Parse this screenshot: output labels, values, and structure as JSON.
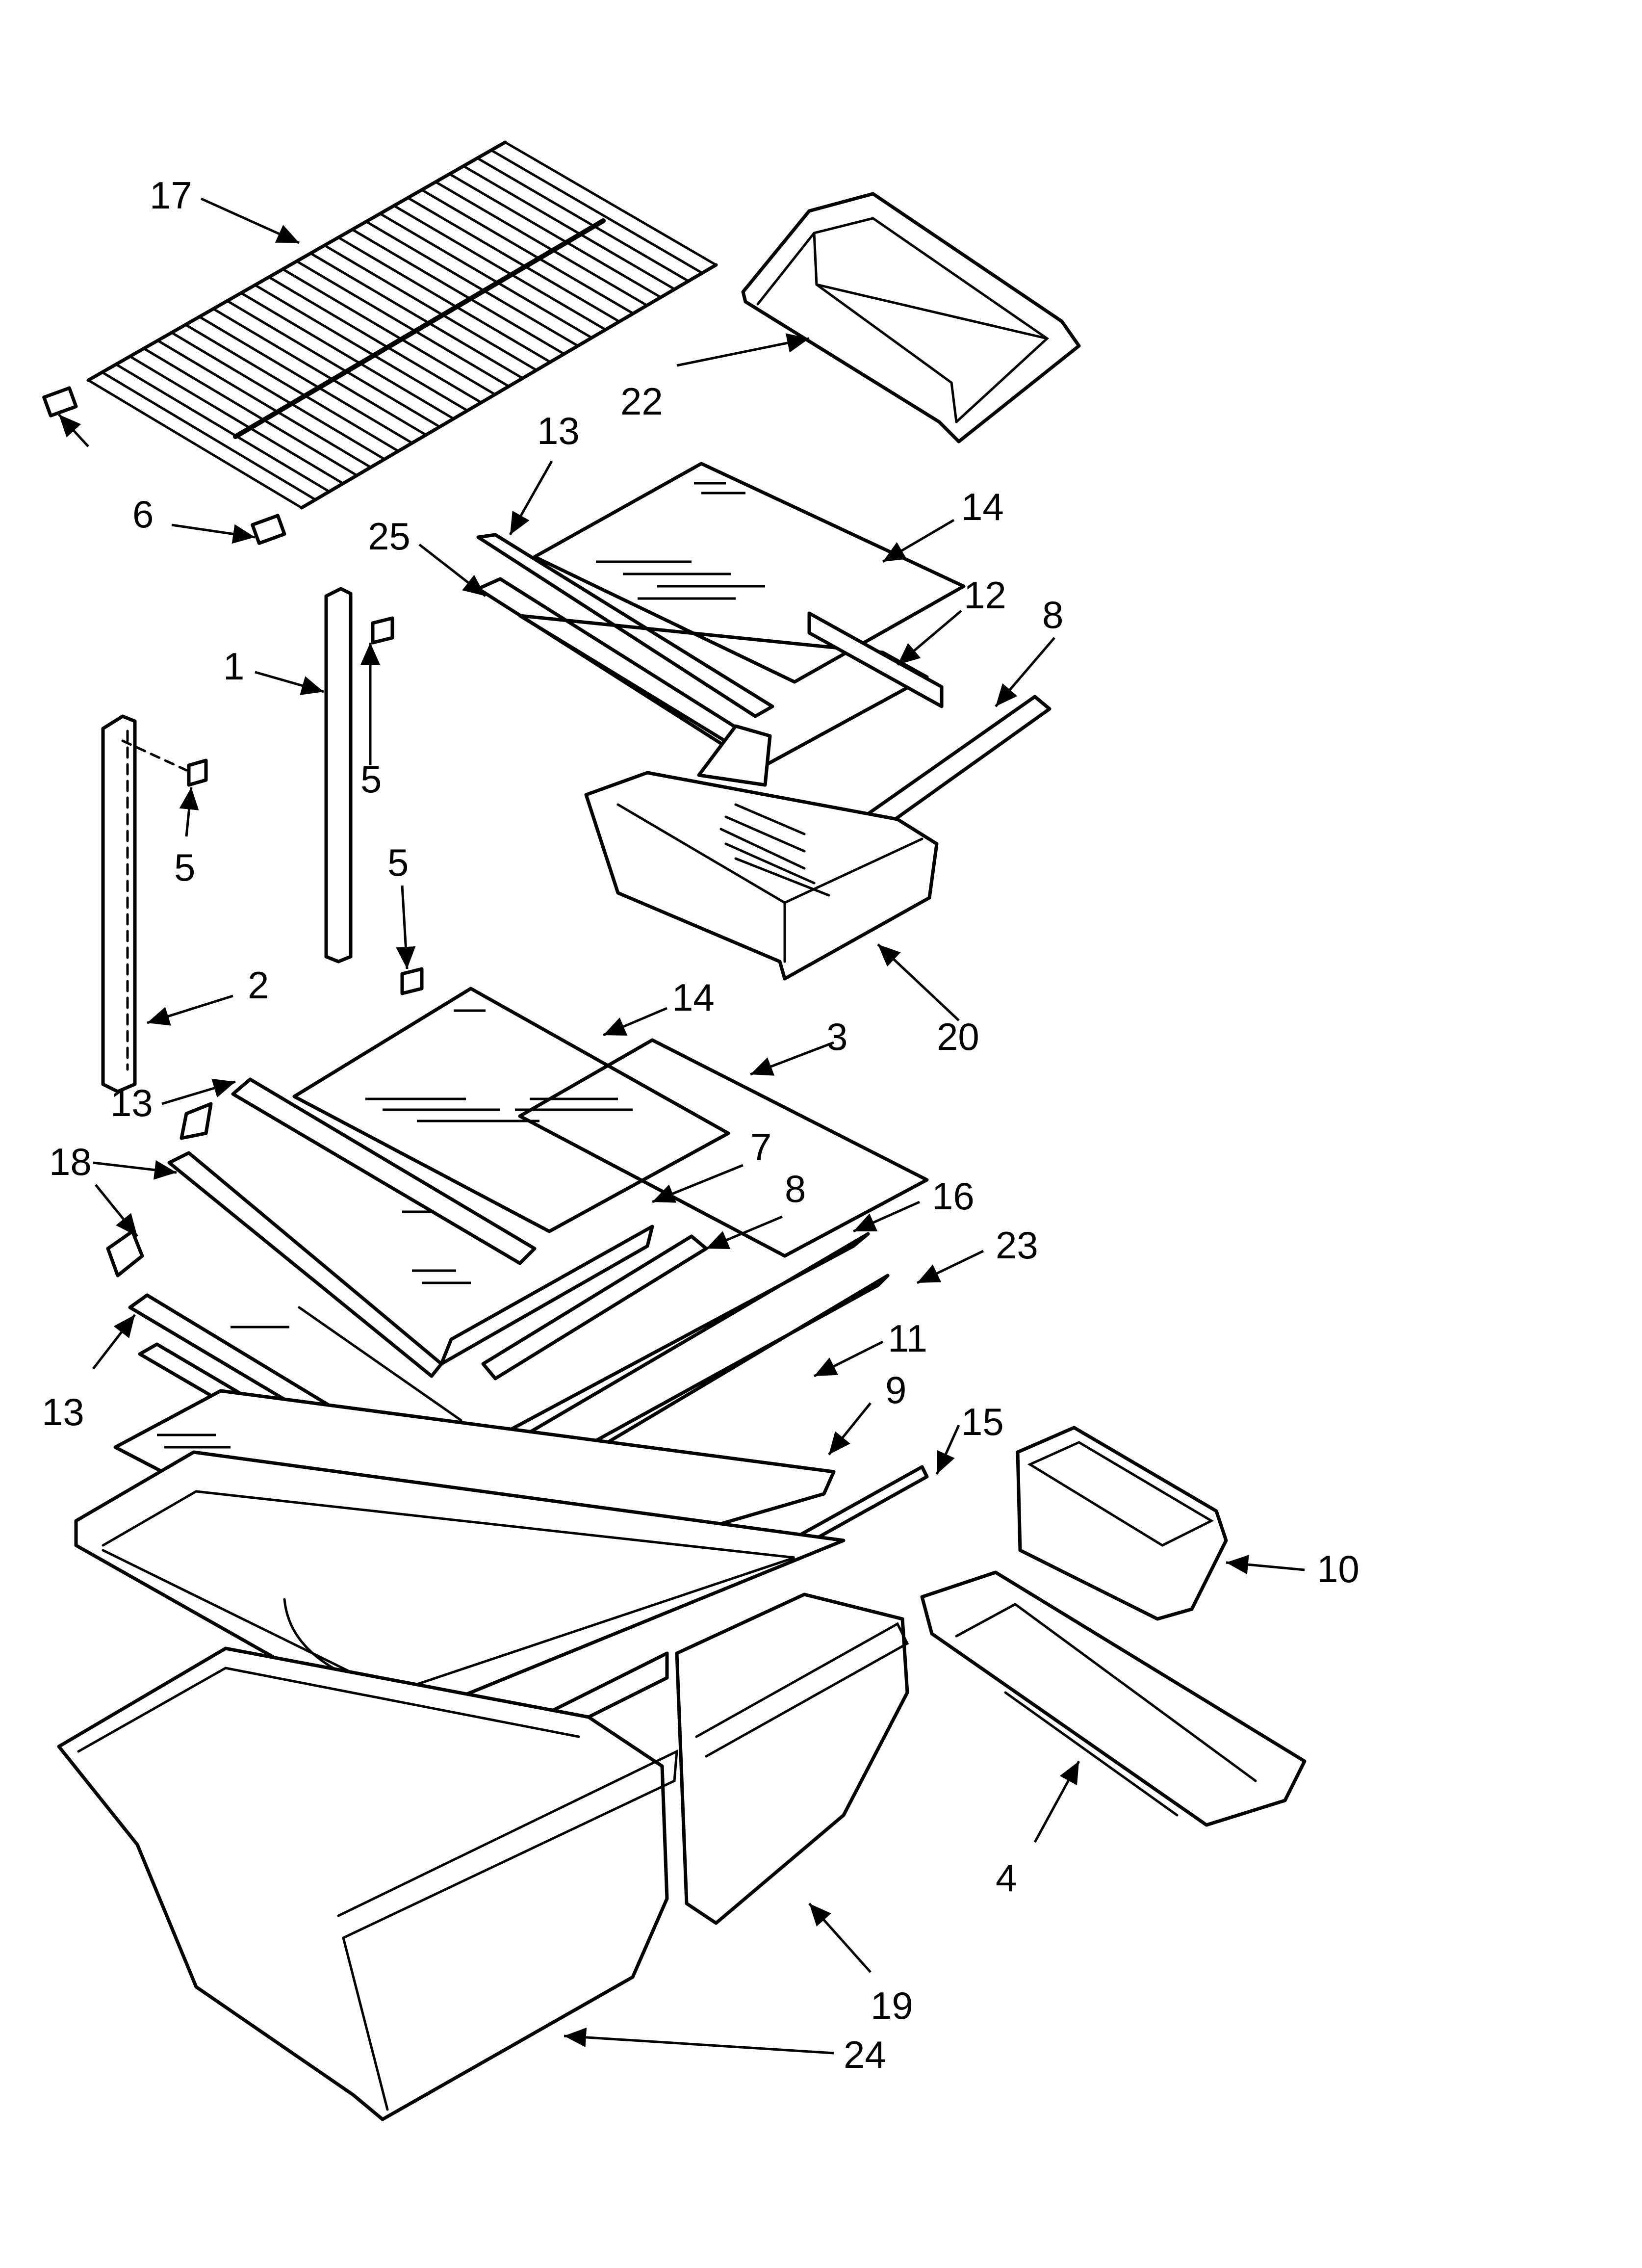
{
  "colors": {
    "line": "#000000",
    "background": "#ffffff"
  },
  "labels": {
    "p1": "1",
    "p2": "2",
    "p3": "3",
    "p4": "4",
    "p5a": "5",
    "p5b": "5",
    "p5c": "5",
    "p6": "6",
    "p7": "7",
    "p8a": "8",
    "p8b": "8",
    "p9": "9",
    "p10": "10",
    "p11": "11",
    "p12": "12",
    "p13a": "13",
    "p13b": "13",
    "p13c": "13",
    "p14a": "14",
    "p14b": "14",
    "p15": "15",
    "p16": "16",
    "p17": "17",
    "p18": "18",
    "p19": "19",
    "p20": "20",
    "p22": "22",
    "p23": "23",
    "p24": "24",
    "p25": "25"
  }
}
